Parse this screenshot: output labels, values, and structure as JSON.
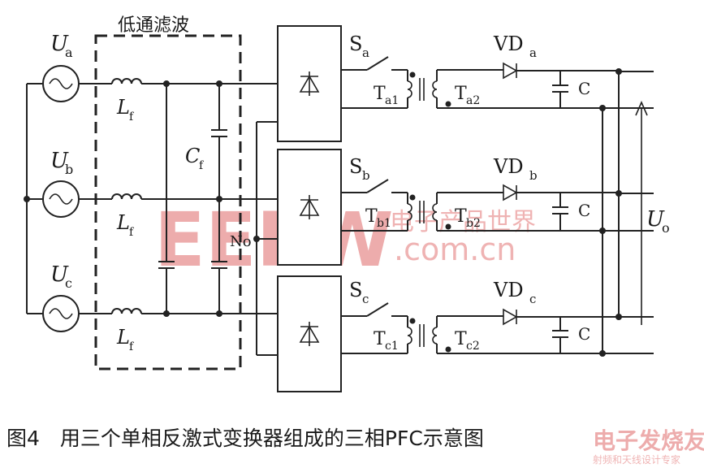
{
  "filter_label": "低通滤波",
  "sources": [
    {
      "u": "U",
      "sub": "a"
    },
    {
      "u": "U",
      "sub": "b"
    },
    {
      "u": "U",
      "sub": "c"
    }
  ],
  "inductor_label": {
    "main": "L",
    "sub": "f"
  },
  "filter_cap_label": {
    "main": "C",
    "sub": "f"
  },
  "neutral_label": "No",
  "phases": [
    {
      "switch": "S",
      "ssub": "a",
      "diode": "VD",
      "dsub": "a",
      "t1": "T",
      "t1sub": "a1",
      "t2": "T",
      "t2sub": "a2",
      "cap": "C"
    },
    {
      "switch": "S",
      "ssub": "b",
      "diode": "VD",
      "dsub": "b",
      "t1": "T",
      "t1sub": "b1",
      "t2": "T",
      "t2sub": "b2",
      "cap": "C"
    },
    {
      "switch": "S",
      "ssub": "c",
      "diode": "VD",
      "dsub": "c",
      "t1": "T",
      "t1sub": "c1",
      "t2": "T",
      "t2sub": "c2",
      "cap": "C"
    }
  ],
  "output_label": {
    "main": "U",
    "sub": "o"
  },
  "watermark": {
    "brand": "EEPW",
    "site": ".com.cn",
    "cn": "电子产品世界",
    "corner": "电子发烧友",
    "corner_sub": "射频和天线设计专家"
  },
  "caption": "图4　用三个单相反激式变换器组成的三相PFC示意图"
}
